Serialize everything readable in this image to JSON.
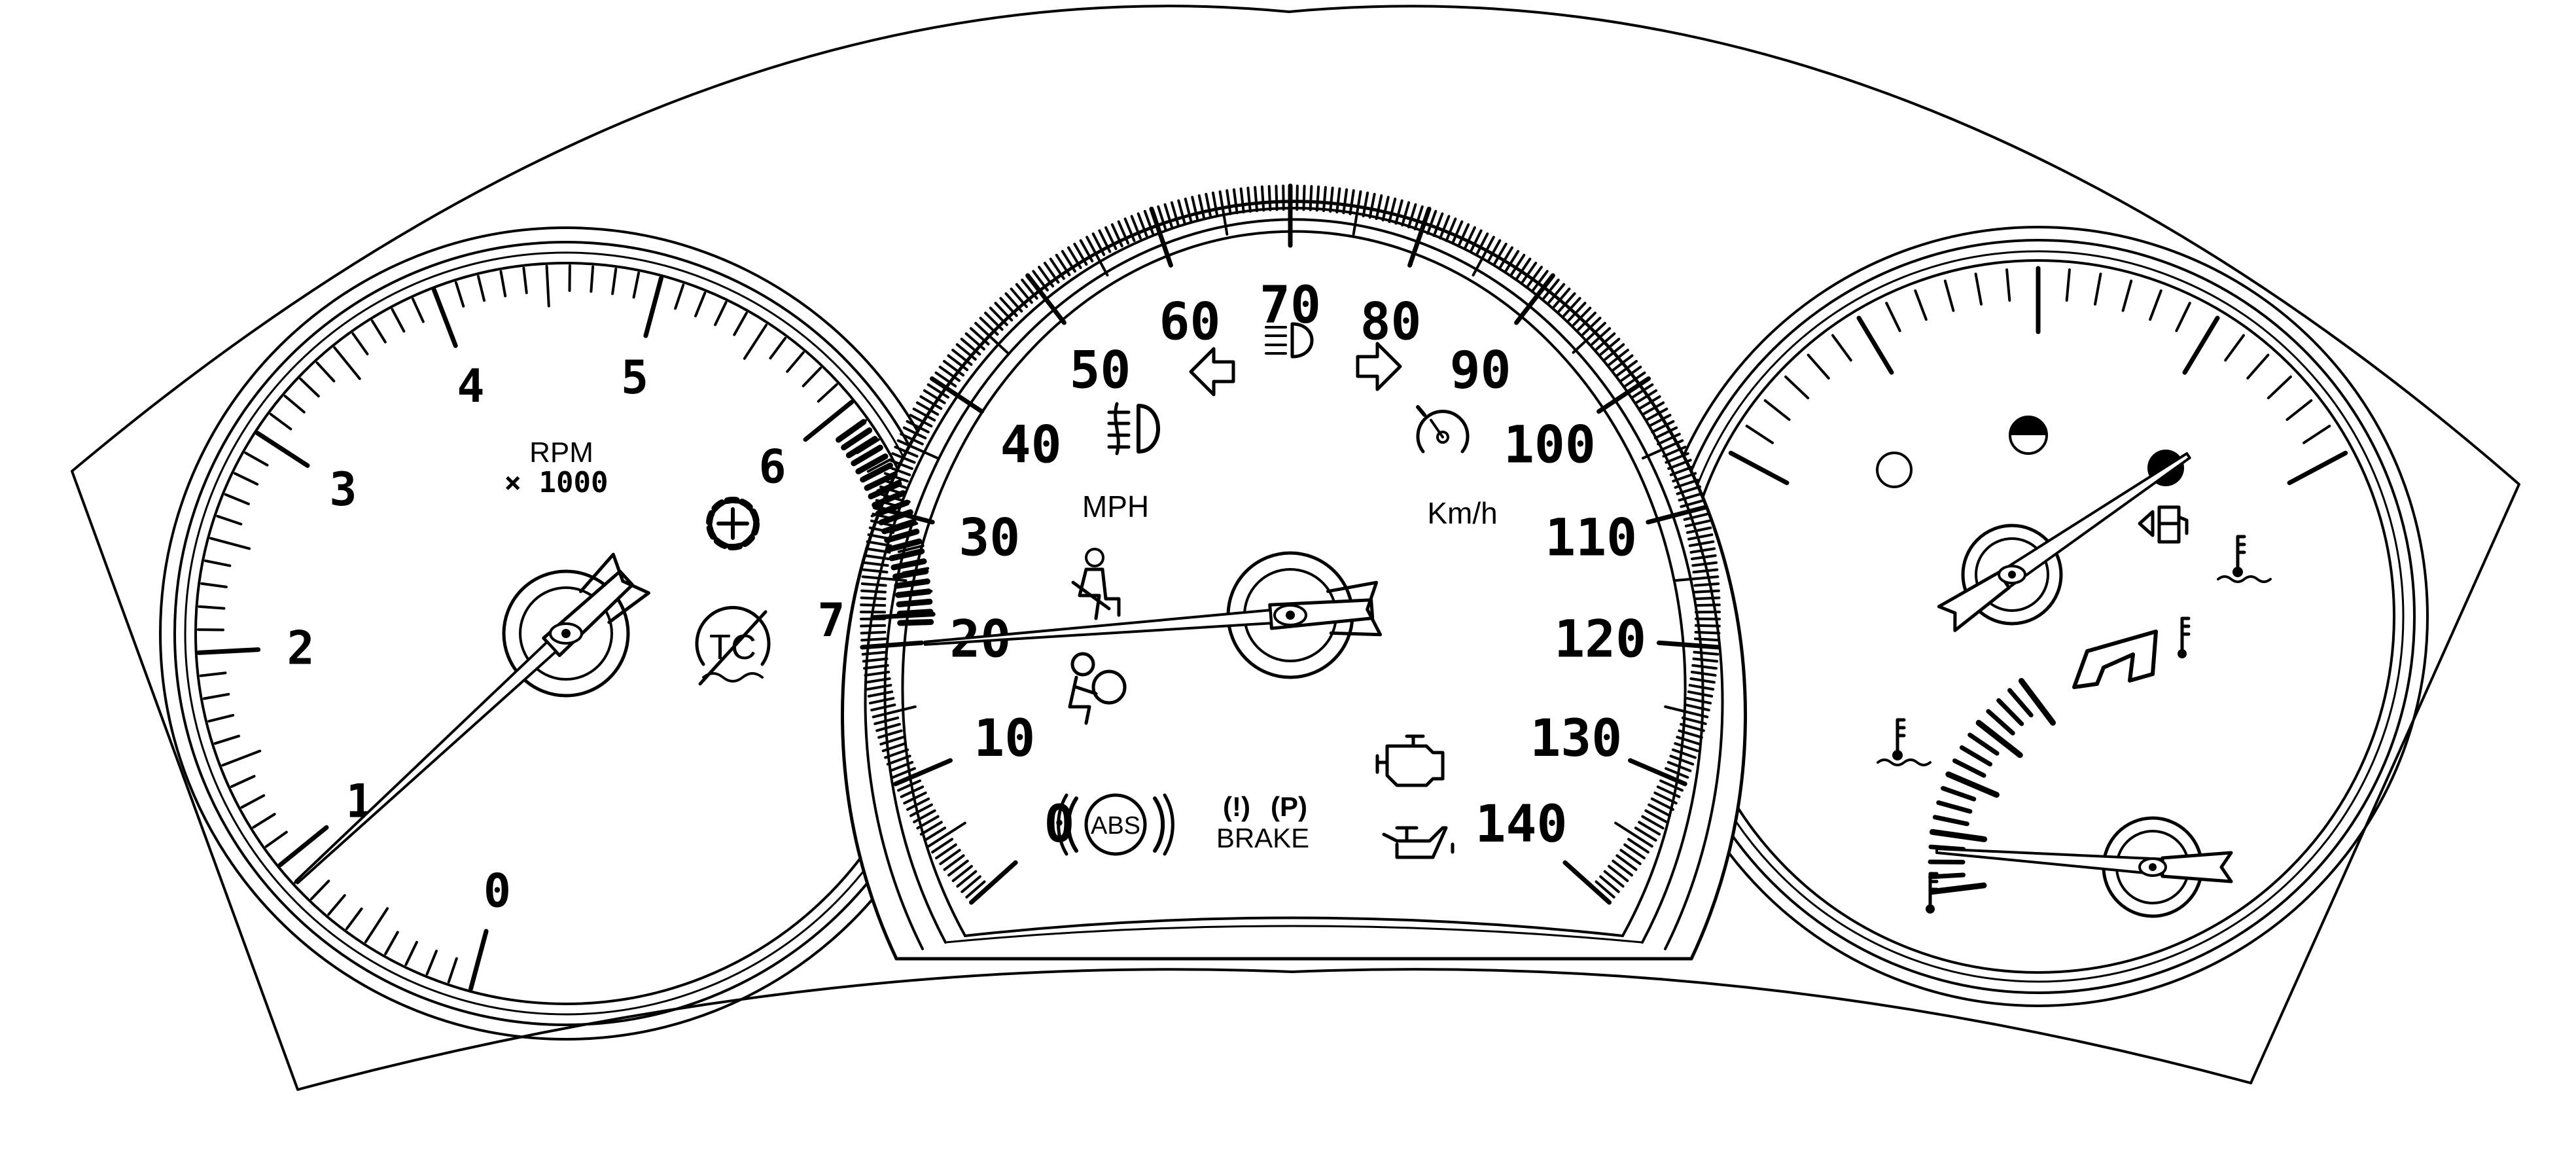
{
  "tachometer": {
    "unit": "RPM",
    "multiplier": "× 1000",
    "scale_labels": [
      "0",
      "1",
      "2",
      "3",
      "4",
      "5",
      "6",
      "7"
    ],
    "needle_value": 0.9
  },
  "speedometer": {
    "mph_label": "MPH",
    "kmh_label": "Km/h",
    "mph_labels": [
      "0",
      "10",
      "20",
      "30",
      "40",
      "50",
      "60"
    ],
    "top_label": "70",
    "kmh_labels": [
      "80",
      "90",
      "100",
      "110",
      "120",
      "130",
      "140"
    ],
    "needle_value": 2
  },
  "warning_lights": {
    "abs": "ABS",
    "brake": "BRAKE",
    "brake_symbol_1": "(!)",
    "brake_symbol_2": "(P)",
    "traction": "TC",
    "icons": [
      "transmission-icon",
      "traction-control-icon",
      "fog-light-icon",
      "high-beam-icon",
      "left-turn-arrow-icon",
      "right-turn-arrow-icon",
      "cruise-control-icon",
      "seatbelt-icon",
      "airbag-icon",
      "check-engine-icon",
      "oil-pressure-icon",
      "fuel-door-icon",
      "coolant-temp-icon"
    ]
  },
  "fuel_gauge": {
    "marks": [
      "empty",
      "half",
      "full"
    ],
    "level": 0.85
  },
  "temp_gauge": {
    "level": 0.05
  },
  "colors": {
    "ink": "#000000",
    "paper": "#ffffff"
  }
}
